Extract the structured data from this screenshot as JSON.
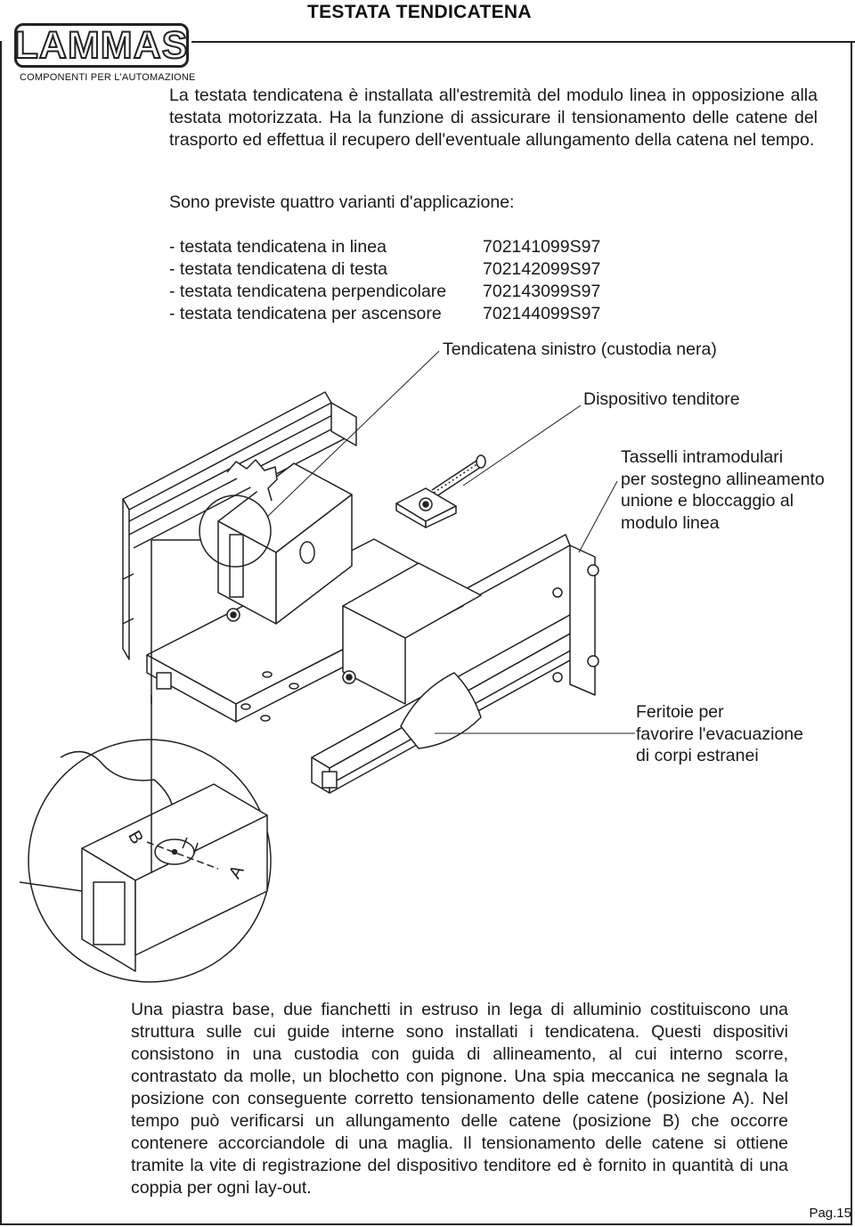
{
  "header": {
    "title": "TESTATA TENDICATENA",
    "logo_text": "LAMMAS",
    "logo_subtitle": "COMPONENTI PER L'AUTOMAZIONE"
  },
  "intro_paragraph": "La testata tendicatena è installata all'estremità del modulo linea in opposizione alla testata motorizzata. Ha la funzione di assicurare il tensionamento delle catene del trasporto ed effettua il recupero dell'eventuale allungamento della catena nel tempo.",
  "variants_intro": "Sono previste quattro varianti d'applicazione:",
  "variants": [
    {
      "name": "- testata tendicatena in linea",
      "code": "702141099S97"
    },
    {
      "name": "- testata tendicatena di testa",
      "code": "702142099S97"
    },
    {
      "name": "- testata tendicatena perpendicolare",
      "code": "702143099S97"
    },
    {
      "name": "- testata tendicatena per ascensore",
      "code": "702144099S97"
    }
  ],
  "callouts": {
    "left_tensioner": "Tendicatena sinistro (custodia nera)",
    "tension_device": "Dispositivo tenditore",
    "slots_line1": "Tasselli intramodulari",
    "slots_line2": "per sostegno allineamento",
    "slots_line3": "unione e bloccaggio al",
    "slots_line4": "modulo linea",
    "vents_line1": "Feritoie per",
    "vents_line2": "favorire l'evacuazione",
    "vents_line3": "di corpi estranei"
  },
  "detail_marks": {
    "mark_a": "A",
    "mark_b": "B"
  },
  "description_paragraph": "Una piastra base, due fianchetti in estruso in lega di alluminio costituiscono una struttura sulle cui guide interne sono installati i tendicatena. Questi dispositivi consistono in una custodia con guida di allineamento, al cui interno scorre, contrastato da molle, un blochetto con pignone. Una spia meccanica ne segnala la posizione con conseguente corretto tensionamento delle catene (posizione A). Nel tempo può verificarsi un allungamento delle catene (posizione B) che occorre  contenere accorciandole di una maglia. Il tensionamento delle catene si ottiene tramite la vite di registrazione del dispositivo tenditore ed è  fornito in quantità di una coppia per ogni lay-out.",
  "page_number": "Pag.15"
}
